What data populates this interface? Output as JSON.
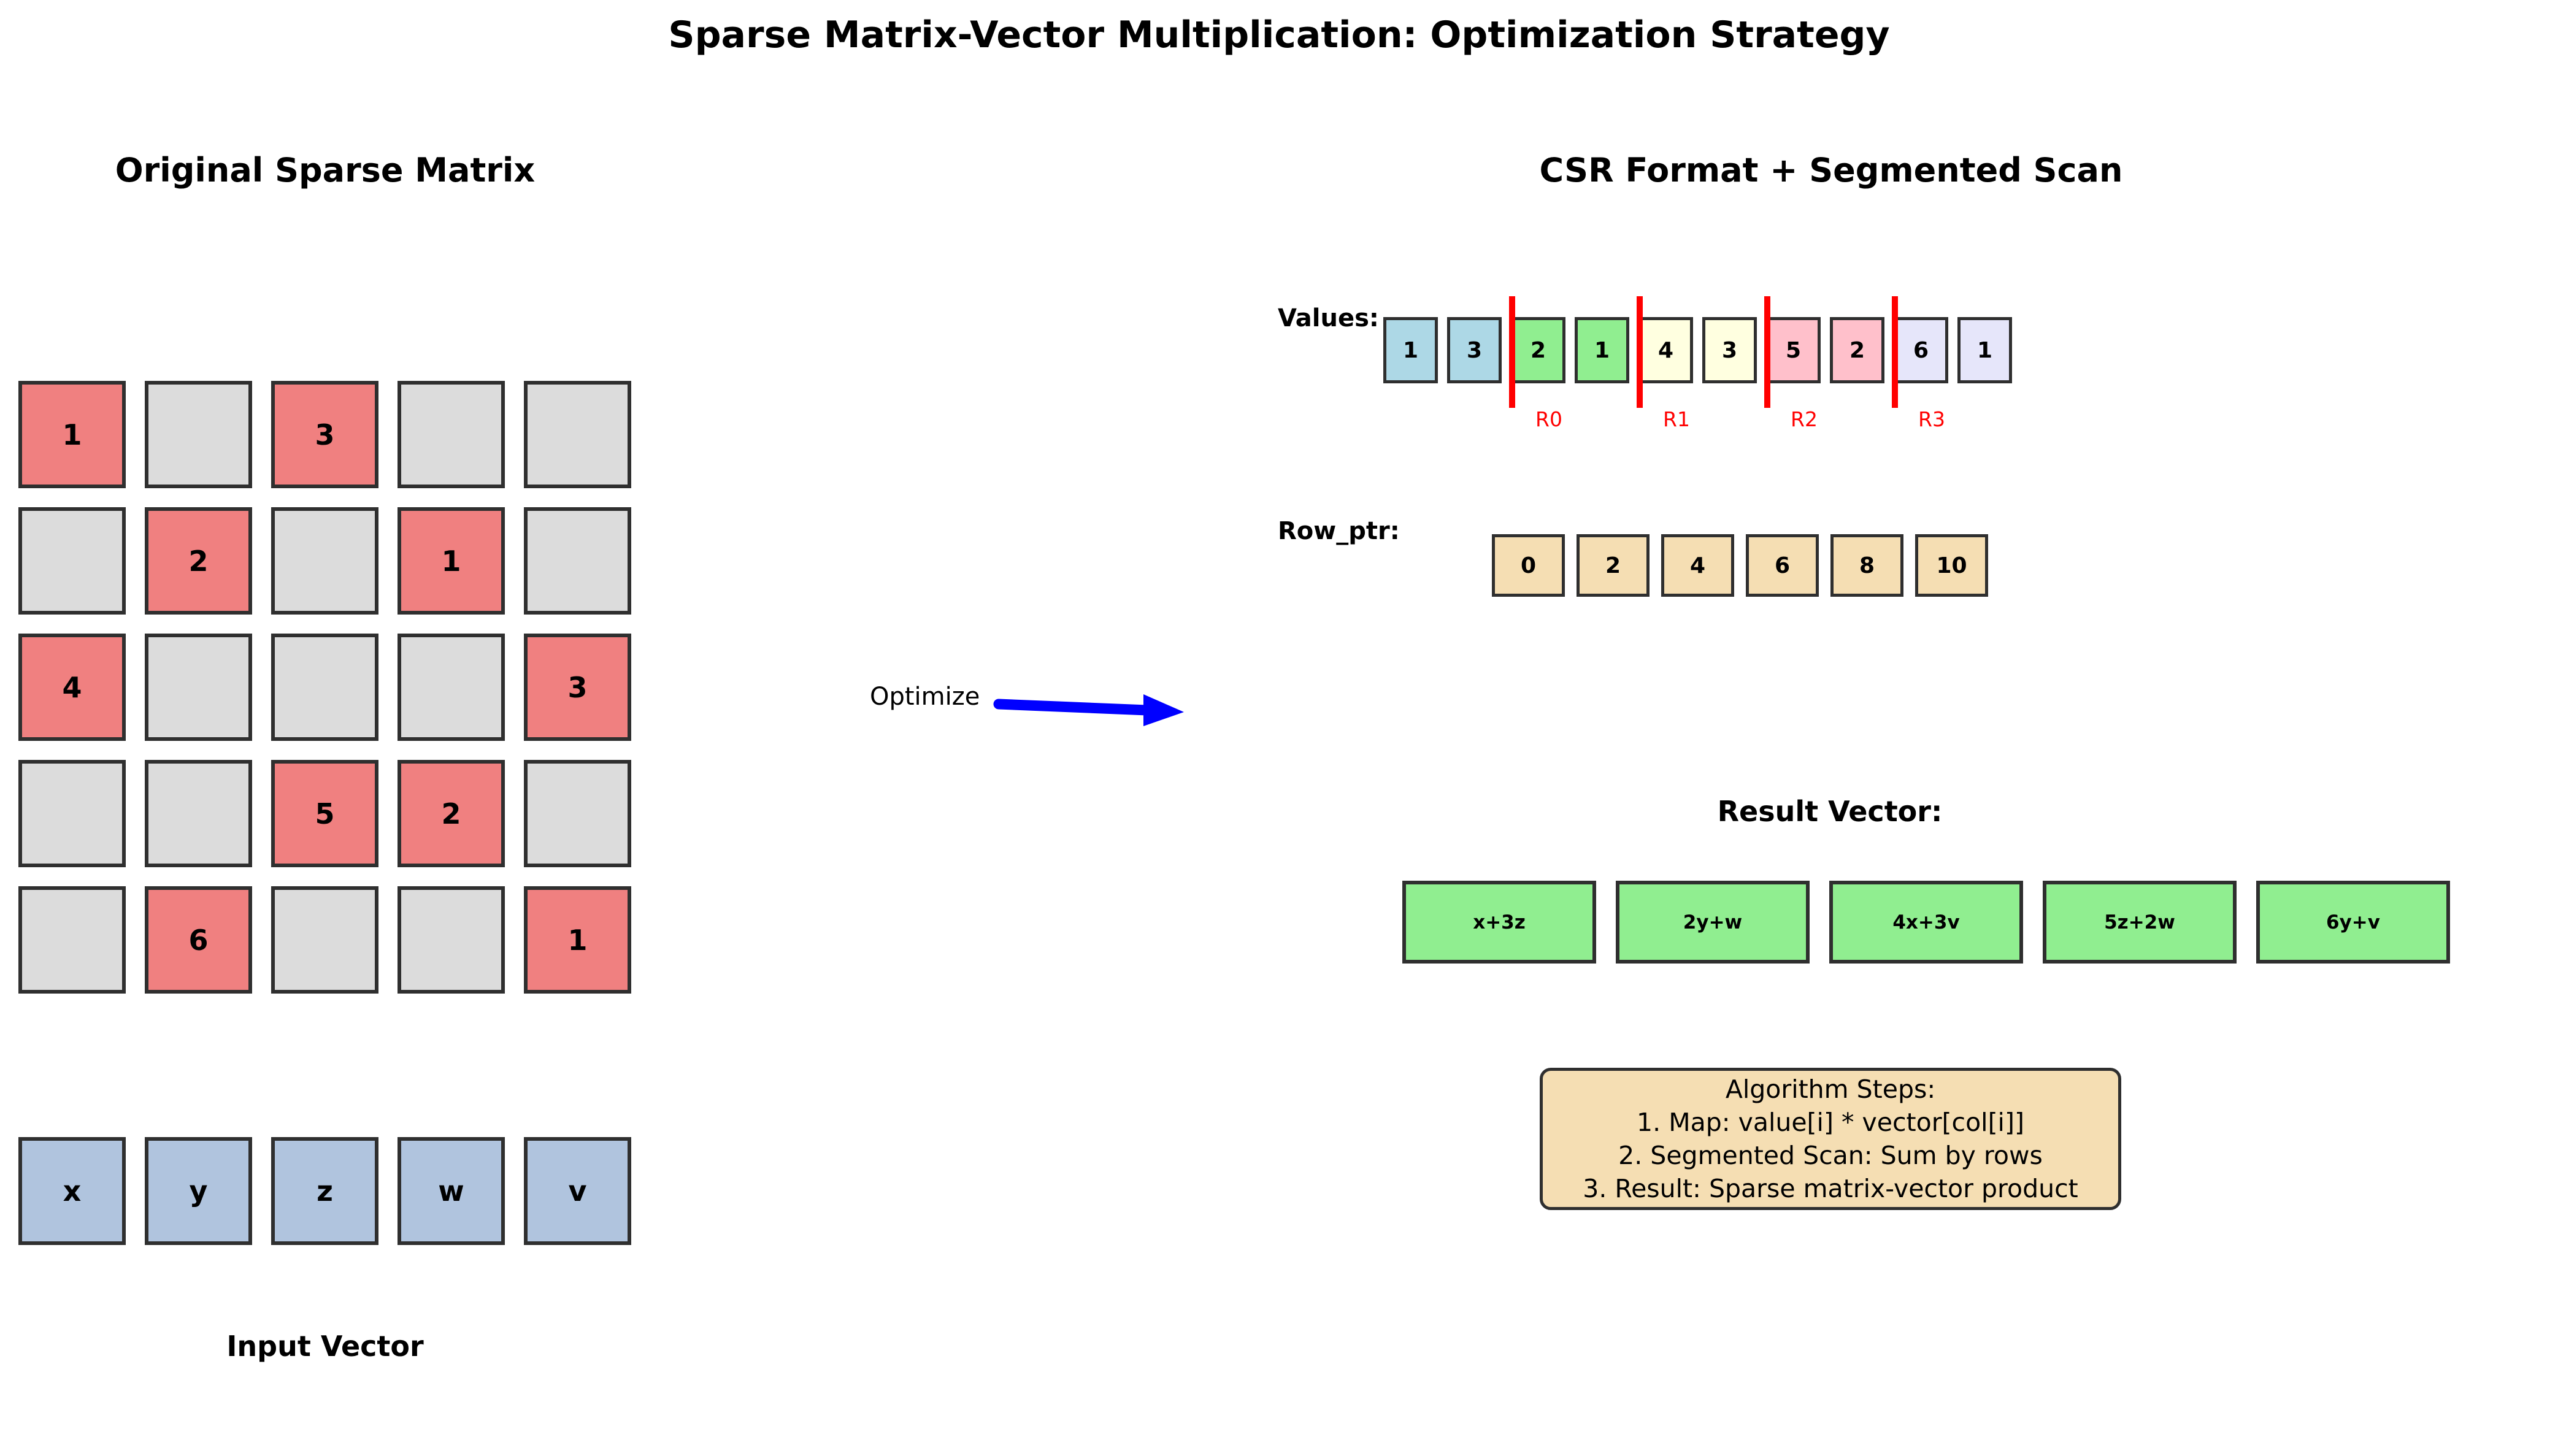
{
  "title": "Sparse Matrix-Vector Multiplication: Optimization Strategy",
  "left_panel": {
    "heading": "Original Sparse Matrix",
    "matrix": {
      "rows": [
        [
          "1",
          "",
          "3",
          "",
          ""
        ],
        [
          "",
          "2",
          "",
          "1",
          ""
        ],
        [
          "4",
          "",
          "",
          "",
          "3"
        ],
        [
          "",
          "",
          "5",
          "2",
          ""
        ],
        [
          "",
          "6",
          "",
          "",
          "1"
        ]
      ]
    },
    "input_vector": {
      "cells": [
        "x",
        "y",
        "z",
        "w",
        "v"
      ],
      "label": "Input Vector"
    }
  },
  "optimize": {
    "label": "Optimize"
  },
  "right_panel": {
    "heading": "CSR Format + Segmented Scan",
    "values": {
      "label": "Values:",
      "cells": [
        "1",
        "3",
        "2",
        "1",
        "4",
        "3",
        "5",
        "2",
        "6",
        "1"
      ],
      "segment_labels": [
        "R0",
        "R1",
        "R2",
        "R3"
      ]
    },
    "row_ptr": {
      "label": "Row_ptr:",
      "cells": [
        "0",
        "2",
        "4",
        "6",
        "8",
        "10"
      ]
    },
    "result": {
      "label": "Result Vector:",
      "cells": [
        "x+3z",
        "2y+w",
        "4x+3v",
        "5z+2w",
        "6y+v"
      ]
    },
    "algorithm_box": {
      "lines": [
        "Algorithm Steps:",
        "1. Map: value[i] * vector[col[i]]",
        "2. Segmented Scan: Sum by rows",
        "3. Result: Sparse matrix-vector product"
      ]
    }
  },
  "colors": {
    "matrix_nonzero": "#F08080",
    "matrix_zero": "#DCDCDC",
    "input_vector": "#B0C4DE",
    "values_segments": [
      "#ADD8E6",
      "#90EE90",
      "#FFFFE0",
      "#FFC0CB",
      "#E6E6FA"
    ],
    "row_ptr": "#F5DEB3",
    "result": "#90EE90",
    "algorithm_box": "#F5DEB3",
    "divider": "#FF0000",
    "arrow": "#0000FF",
    "border": "#2f2f2f"
  }
}
